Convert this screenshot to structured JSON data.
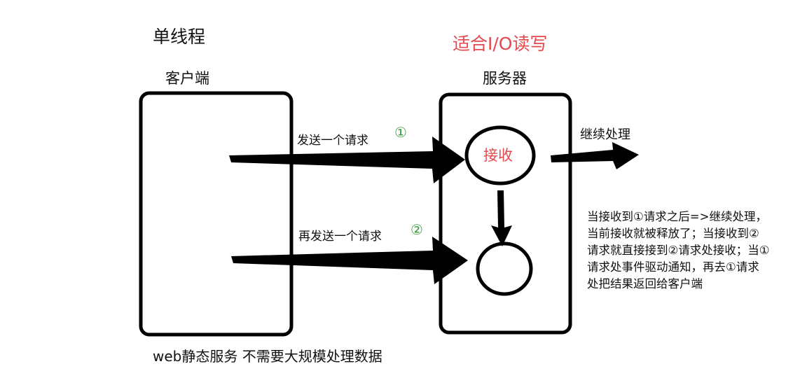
{
  "diagram": {
    "title": "单线程",
    "subtitle": "适合I/O读写",
    "client_label": "客户端",
    "server_label": "服务器",
    "request1_label": "发送一个请求",
    "request1_number": "①",
    "request2_label": "再发送一个请求",
    "request2_number": "②",
    "receive_label": "接收",
    "continue_label": "继续处理",
    "explanation": {
      "lines": [
        "当接收到①请求之后=>继续处理，",
        "当前接收就被释放了；当接收到②",
        "请求就直接接到②请求处接收；当①",
        "请求处事件驱动通知，再去①请求",
        "处把结果返回给客户端"
      ]
    },
    "footer": "web静态服务 不需要大规模处理数据"
  },
  "colors": {
    "accent_red": "#e5484d",
    "accent_green": "#3a9a3a",
    "stroke": "#000000"
  }
}
